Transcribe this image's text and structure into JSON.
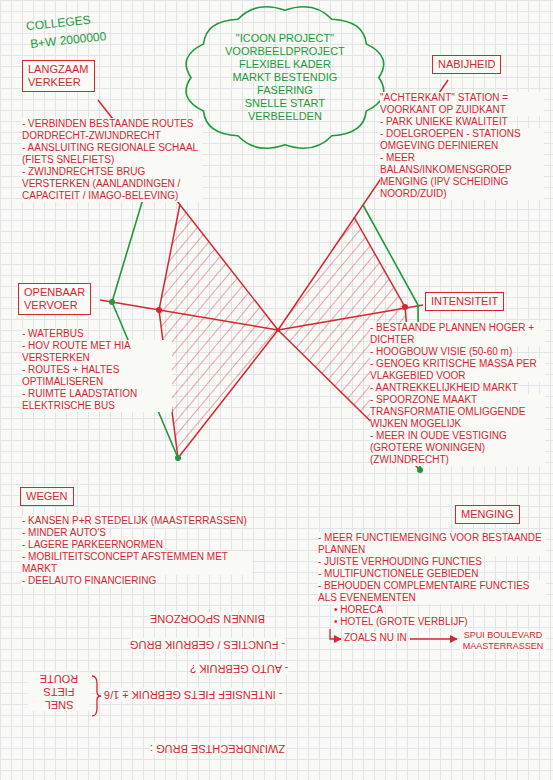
{
  "diagram": {
    "nodes": [
      {
        "text": [
          "\"ICOON PROJECT\"",
          "VOORBEELDPROJECT",
          "FLEXIBEL KADER",
          "MARKT BESTENDIG",
          "FASERING",
          "SNELLE START",
          "VERBEELDEN"
        ]
      },
      {
        "text": [
          "LANGZAAM VERKEER"
        ]
      },
      {
        "text": [
          "NABIJHEID"
        ]
      },
      {
        "text": [
          "OPENBAAR VERVOER"
        ]
      },
      {
        "text": [
          "INTENSITEIT"
        ]
      },
      {
        "text": [
          "WEGEN"
        ]
      },
      {
        "text": [
          "MENGING"
        ]
      }
    ],
    "labels": [
      "COLLEGES",
      "B+W 2000000",
      "- VERBINDEN BESTAANDE ROUTES DORDRECHT-ZWIJNDRECHT",
      "- AANSLUITING REGIONALE SCHAAL (FIETS SNELFIETS)",
      "- ZWIJNDRECHTSE BRUG VERSTERKEN (AANLANDINGEN / CAPACITEIT / IMAGO-BELEVING)",
      "\"ACHTERKANT\" STATION = VOORKANT OP ZUIDKANT",
      "- PARK UNIEKE KWALITEIT",
      "- DOELGROEPEN - STATIONS OMGEVING DEFINIEREN",
      "- MEER BALANS/INKOMENSGROEP MENGING (IPV SCHEIDING NOORD/ZUID)",
      "- WATERBUS",
      "- HOV ROUTE MET HIA VERSTERKEN",
      "- ROUTES + HALTES OPTIMALISEREN",
      "- RUIMTE LAADSTATION ELEKTRISCHE BUS",
      "- BESTAANDE PLANNEN HOGER + DICHTER",
      "- HOOGBOUW VISIE (50-60 m)",
      "- GENOEG KRITISCHE MASSA PER VLAKGEBIED VOOR",
      "- AANTREKKELIJKHEID MARKT",
      "- SPOORZONE MAAKT TRANSFORMATIE OMLIGGENDE WIJKEN MOGELIJK",
      "- MEER IN OUDE VESTIGING (GROTERE WONINGEN) (ZWIJNDRECHT)",
      "- KANSEN P+R STEDELIJK (MAASTERRASSEN)",
      "- MINDER AUTO'S",
      "- LAGERE PARKEERNORMEN",
      "- MOBILITEITSCONCEPT AFSTEMMEN MET MARKT",
      "- DEELAUTO FINANCIERING",
      "- MEER FUNCTIEMENGING VOOR BESTAANDE PLANNEN",
      "- JUISTE VERHOUDING FUNCTIES",
      "- MULTIFUNCTIONELE GEBIEDEN",
      "- BEHOUDEN COMPLEMENTAIRE FUNCTIES ALS EVENEMENTEN",
      "• HORECA",
      "• HOTEL (GROTE VERBLIJF)",
      "ZOALS NU IN",
      "SPUI BOULEVARD MAASTERRASSEN",
      "BINNEN SPOORZONE",
      "- FUNCTIES / GEBRUIK BRUG",
      "- AUTO GEBRUIK ?",
      "- INTENSIEF FIETS GEBRUIK ± 1/6",
      "SNEL FIETS ROUTE",
      "ZWIJNDRECHTSE BRUG :"
    ]
  }
}
